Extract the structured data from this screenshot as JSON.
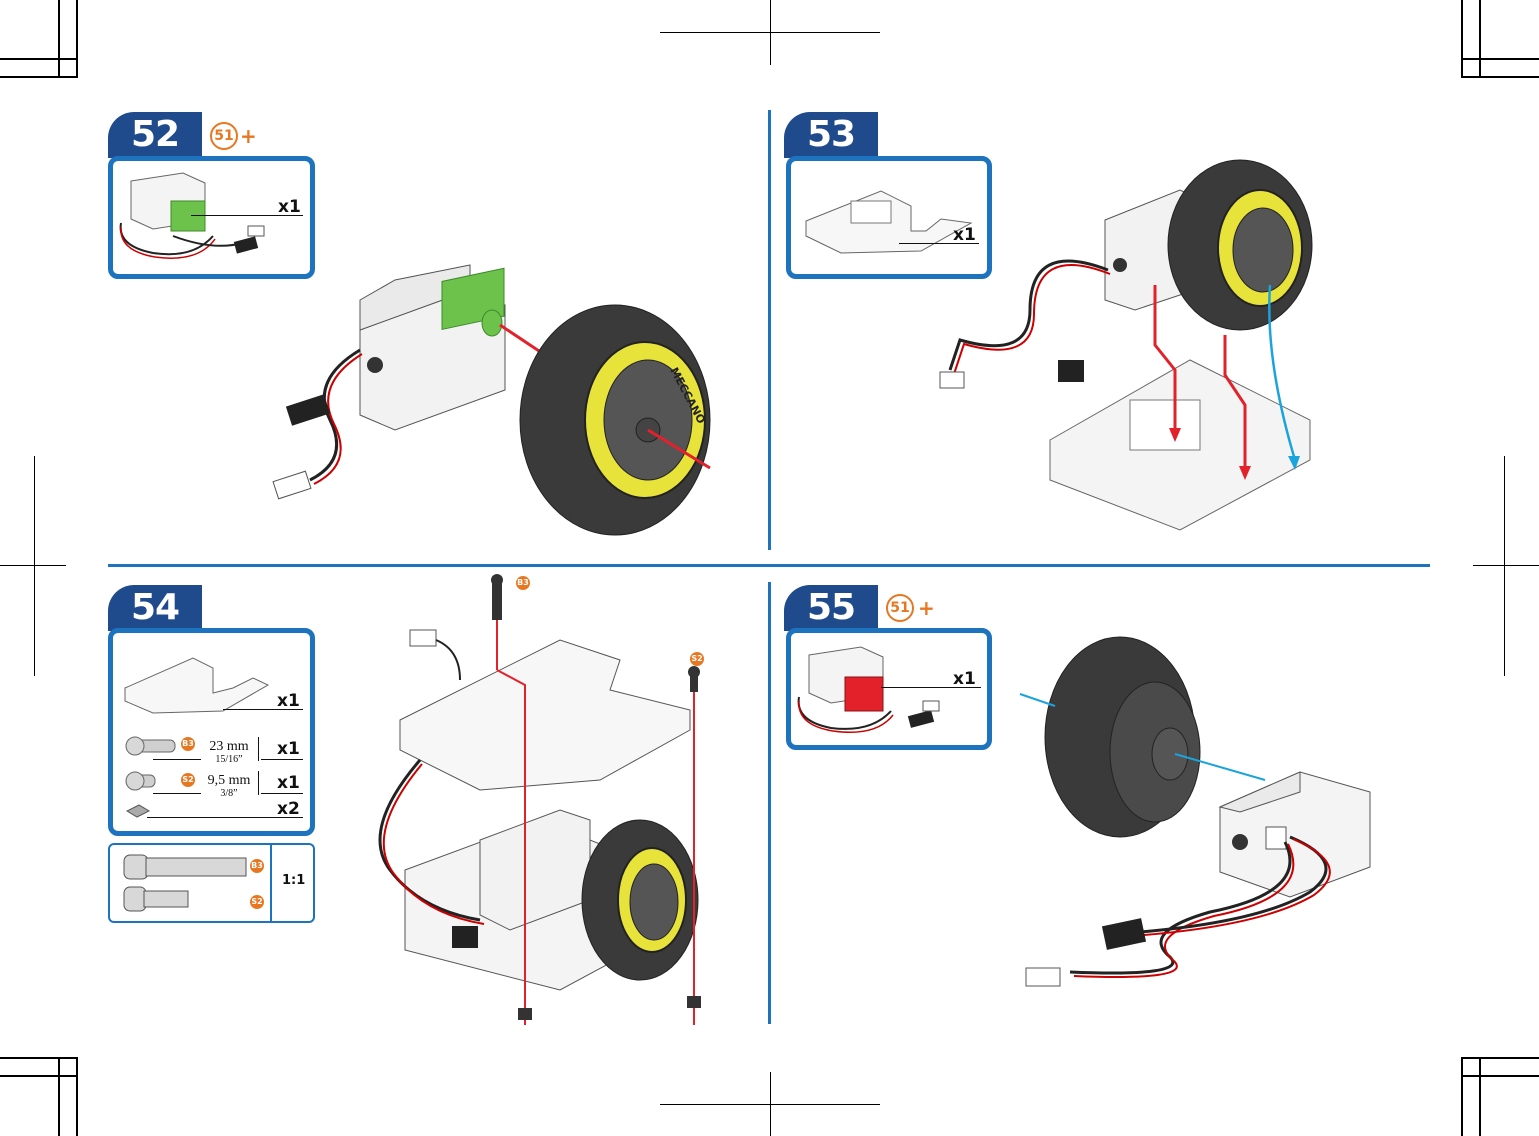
{
  "steps": [
    {
      "number": "52",
      "prev_ref": "51",
      "plus": "+",
      "qty": "x1"
    },
    {
      "number": "53",
      "qty": "x1"
    },
    {
      "number": "54",
      "qty_bracket": "x1",
      "qty_b3": "x1",
      "qty_s2": "x1",
      "qty_nut": "x2",
      "b3_label": "B3",
      "b3_mm": "23 mm",
      "b3_in": "15/16”",
      "s2_label": "S2",
      "s2_mm": "9,5 mm",
      "s2_in": "3/8”",
      "scale_label": "1:1"
    },
    {
      "number": "55",
      "prev_ref": "51",
      "plus": "+",
      "qty": "x1"
    }
  ],
  "tire_brand": "MECCANO",
  "colors": {
    "step_tab": "#1f4a8c",
    "box_border": "#1e73be",
    "accent_orange": "#e87722",
    "guide_red": "#e2212a",
    "guide_blue": "#1ba3dc",
    "green_part": "#6cc24a",
    "red_part": "#e2212a",
    "tire_rim": "#e8e33a"
  }
}
